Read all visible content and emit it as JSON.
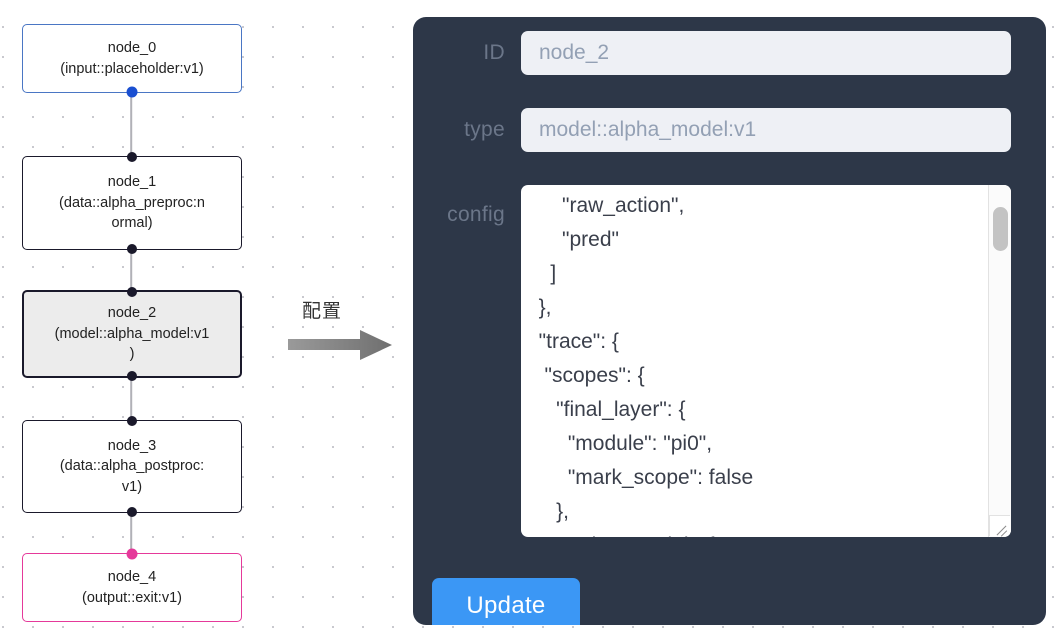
{
  "graph": {
    "nodes": [
      {
        "id": "node_0",
        "label": "node_0\n(input::placeholder:v1)",
        "kind": "input",
        "selected": false
      },
      {
        "id": "node_1",
        "label": "node_1\n(data::alpha_preproc:n\normal)",
        "kind": "default",
        "selected": false
      },
      {
        "id": "node_2",
        "label": "node_2\n(model::alpha_model:v1\n)",
        "kind": "default",
        "selected": true
      },
      {
        "id": "node_3",
        "label": "node_3\n(data::alpha_postproc:\nv1)",
        "kind": "default",
        "selected": false
      },
      {
        "id": "node_4",
        "label": "node_4\n(output::exit:v1)",
        "kind": "output",
        "selected": false
      }
    ],
    "colors": {
      "input_border": "#4a76c4",
      "output_border": "#e5399a",
      "default_border": "#1a192b",
      "selected_fill": "#ececec",
      "edge": "#b1b1b7",
      "handle": "#1a192b",
      "handle_input": "#1a4fd1",
      "handle_output": "#e5399a"
    }
  },
  "arrow": {
    "label": "配置",
    "color": "#8a8a8a"
  },
  "panel": {
    "background": "#2d3748",
    "fields": [
      {
        "name": "id",
        "label": "ID",
        "value": "node_2"
      },
      {
        "name": "type",
        "label": "type",
        "value": "model::alpha_model:v1"
      }
    ],
    "config": {
      "label": "config",
      "value": "      \"raw_action\",\n      \"pred\"\n    ]\n  },\n  \"trace\": {\n   \"scopes\": {\n     \"final_layer\": {\n       \"module\": \"pi0\",\n       \"mark_scope\": false\n     },\n     \"action_model\": {",
      "scrollbar": {
        "position": "near-top"
      }
    },
    "update_button": {
      "label": "Update",
      "color": "#3b97f5"
    }
  }
}
